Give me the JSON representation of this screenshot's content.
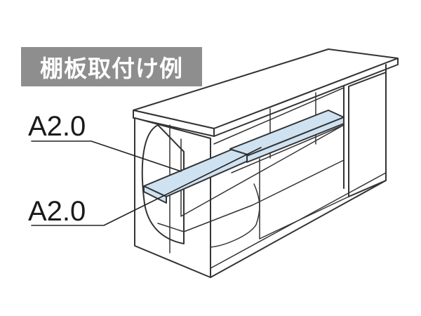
{
  "title": "棚板取付け例",
  "callouts": [
    {
      "label": "A2.0"
    },
    {
      "label": "A2.0"
    }
  ],
  "colors": {
    "title_background": "#8e8e8e",
    "title_text": "#ffffff",
    "shelf_fill": "#cfe2f1",
    "line": "#333333",
    "cabinet_fill": "#ffffff"
  }
}
